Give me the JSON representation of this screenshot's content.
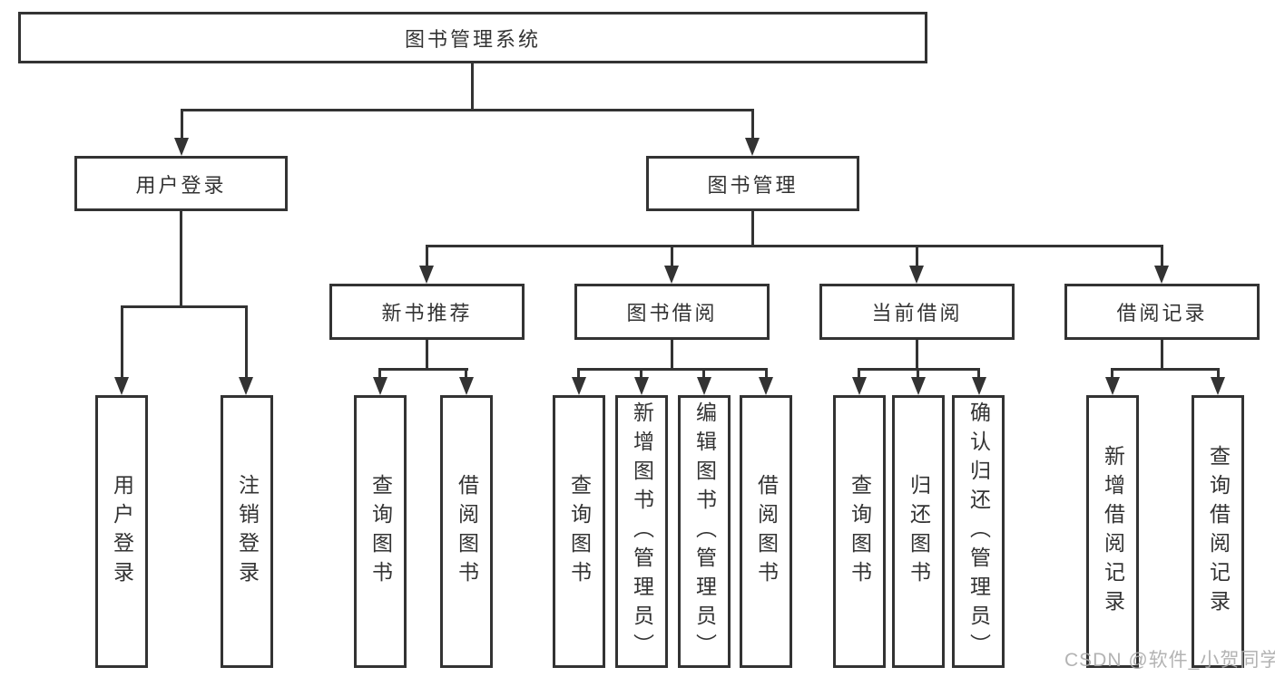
{
  "tree": {
    "root": {
      "label": "图书管理系统"
    },
    "user": {
      "label": "用户登录",
      "children": [
        {
          "label": "用户登录"
        },
        {
          "label": "注销登录"
        }
      ]
    },
    "book": {
      "label": "图书管理",
      "children": [
        {
          "label": "新书推荐",
          "children": [
            {
              "label": "查询图书"
            },
            {
              "label": "借阅图书"
            }
          ]
        },
        {
          "label": "图书借阅",
          "children": [
            {
              "label": "查询图书"
            },
            {
              "label": "新增图书（管理员）"
            },
            {
              "label": "编辑图书（管理员）"
            },
            {
              "label": "借阅图书"
            }
          ]
        },
        {
          "label": "当前借阅",
          "children": [
            {
              "label": "查询图书"
            },
            {
              "label": "归还图书"
            },
            {
              "label": "确认归还（管理员）"
            }
          ]
        },
        {
          "label": "借阅记录",
          "children": [
            {
              "label": "新增借阅记录"
            },
            {
              "label": "查询借阅记录"
            }
          ]
        }
      ]
    }
  },
  "watermark": {
    "text": "CSDN @软件_小贺同学"
  },
  "colors": {
    "line": "#333333",
    "border": "#333333",
    "text": "#333333",
    "background": "#ffffff",
    "watermark": "#ababab"
  }
}
